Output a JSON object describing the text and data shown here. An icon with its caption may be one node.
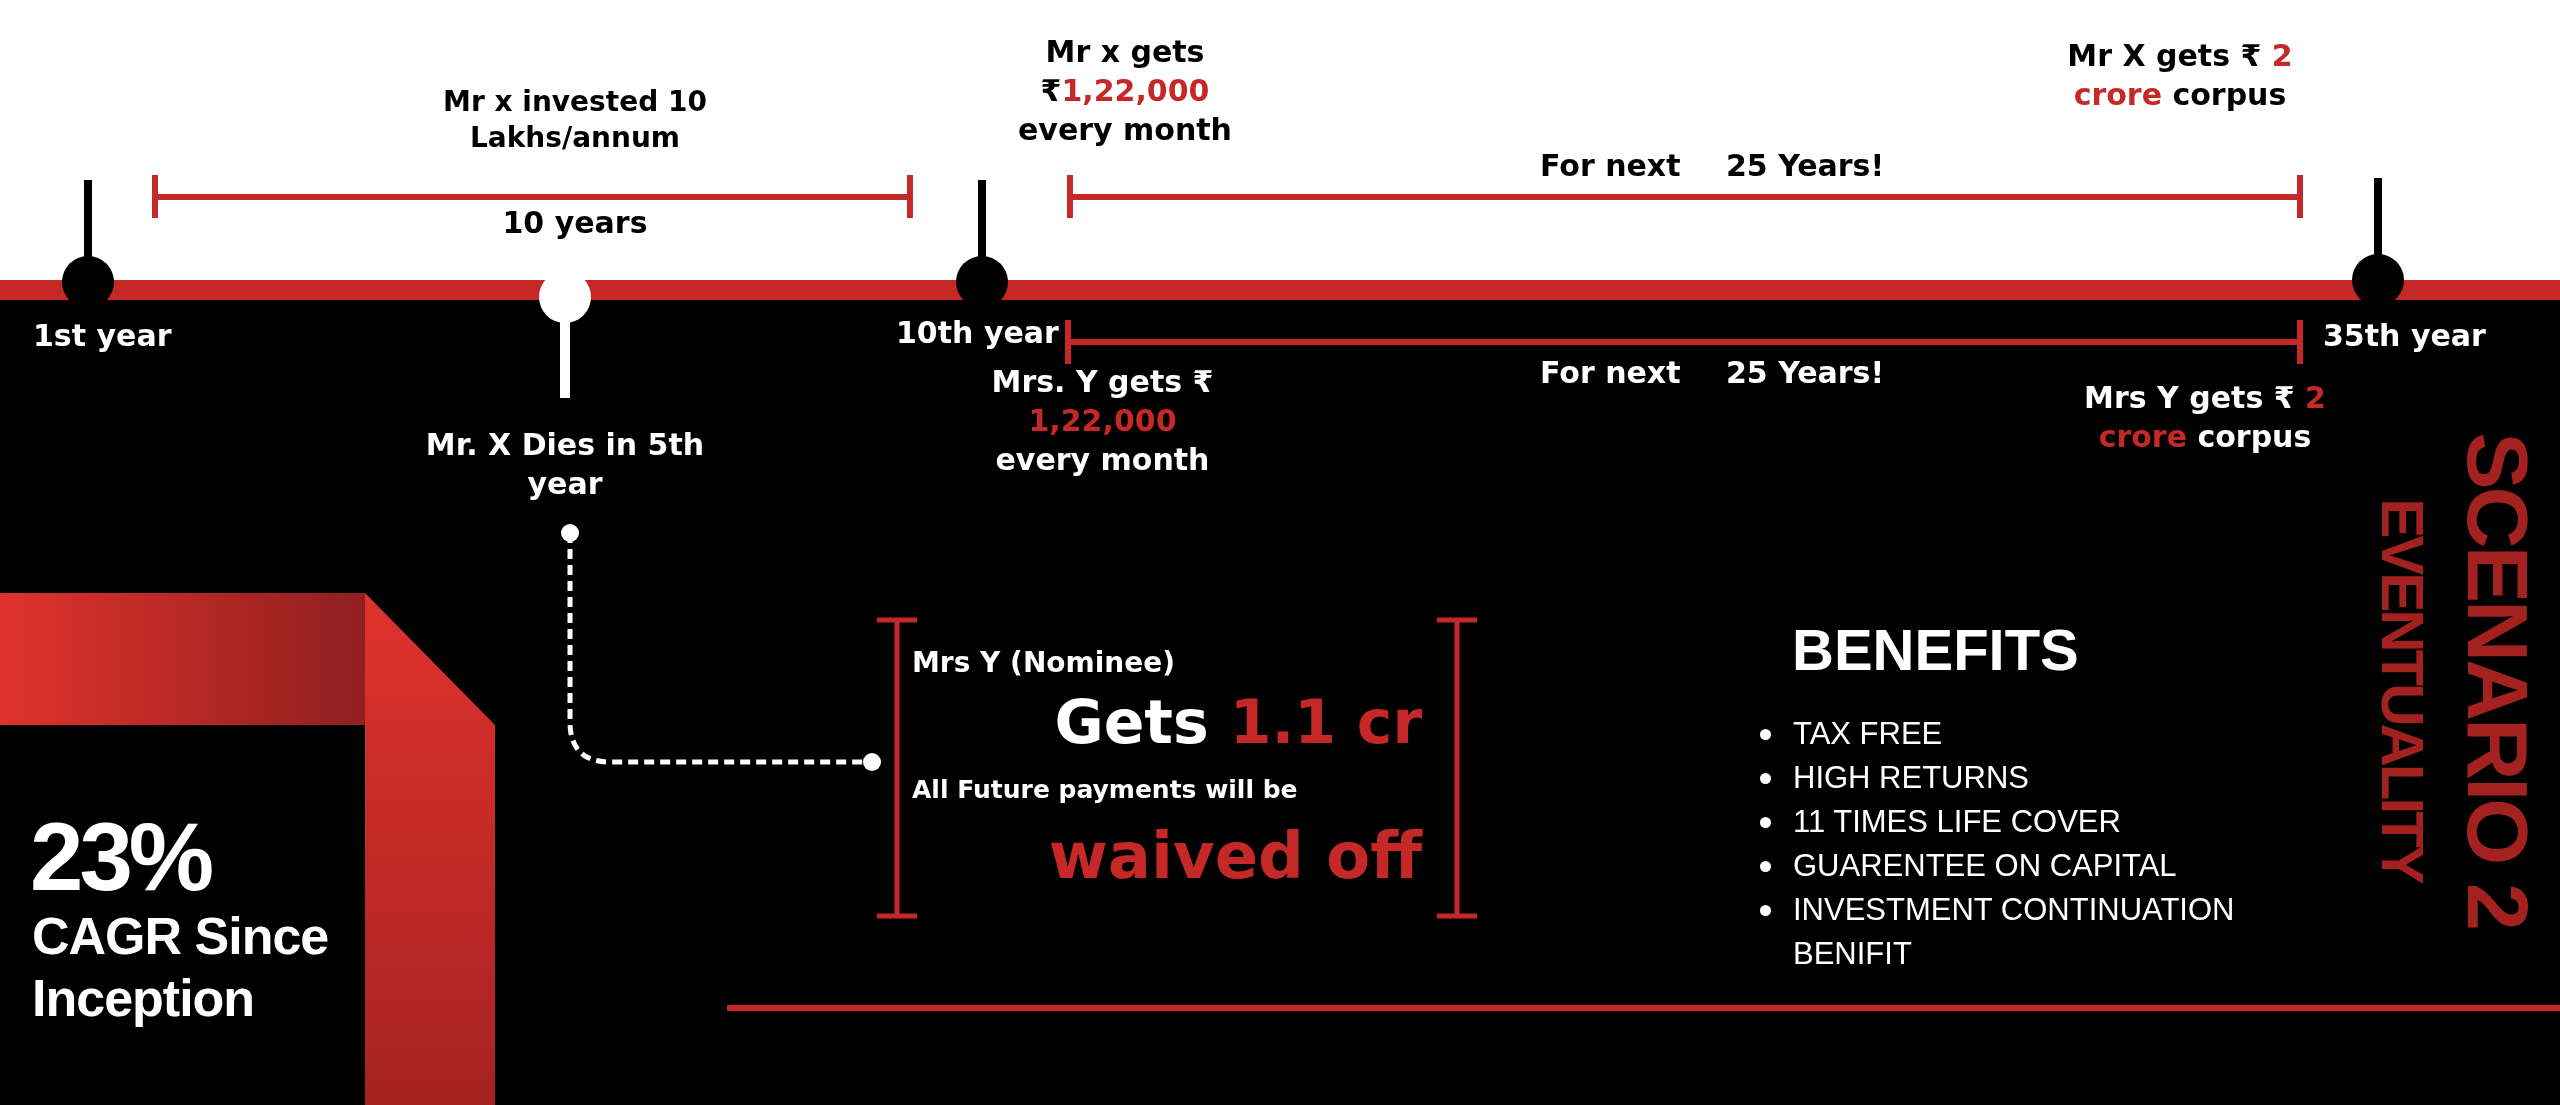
{
  "diagram": {
    "nodes": [
      {
        "text": [
          "Mr. X Dies in 5th year"
        ]
      },
      {
        "text": [
          "Mrs Y  (Nominee)",
          "Gets **1.1 cr**",
          "All Future payments will be",
          "waived off"
        ]
      }
    ],
    "edges": [
      {
        "from": 0,
        "to": 1,
        "arrow": "other",
        "style": "dashed"
      }
    ],
    "labels": [
      "Mr x gets ₹**1,22,000** every month",
      "Mr X gets ₹ **2 crore** corpus",
      "Mr x invested 10 Lakhs/annum",
      "For next",
      "25 Years!",
      "10 years",
      "1st year",
      "10th year",
      "35th year",
      "Mrs. Y gets ₹ **1,22,000** every month",
      "For next",
      "25 Years!",
      "Mrs Y gets ₹ **2 crore** corpus",
      "EVENTUALITY",
      "SCENARIO 2",
      "23%",
      "CAGR Since Inception",
      "BENEFITS",
      "TAX FREE",
      "HIGH RETURNS",
      "11 TIMES LIFE COVER",
      "GUARENTEE ON CAPITAL",
      "INVESTMENT CONTINUATION BENIFIT"
    ]
  }
}
